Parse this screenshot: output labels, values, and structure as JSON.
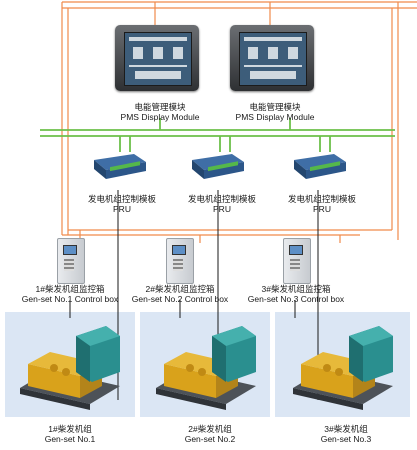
{
  "pms": {
    "label_cn": "电能管理模块",
    "label_en": "PMS Display Module"
  },
  "pru": {
    "label_cn": "发电机组控制模板",
    "label_en": "PRU"
  },
  "control_boxes": [
    {
      "label_cn": "1#柴发机组监控箱",
      "label_en": "Gen-set No.1 Control box"
    },
    {
      "label_cn": "2#柴发机组监控箱",
      "label_en": "Gen-set No.2 Control box"
    },
    {
      "label_cn": "3#柴发机组监控箱",
      "label_en": "Gen-set No.3 Control box"
    }
  ],
  "gensets": [
    {
      "label_cn": "1#柴发机组",
      "label_en": "Gen-set No.1"
    },
    {
      "label_cn": "2#柴发机组",
      "label_en": "Gen-set No.2"
    },
    {
      "label_cn": "3#柴发机组",
      "label_en": "Gen-set No.3"
    }
  ],
  "colors": {
    "bus_orange": "#f08a4b",
    "bus_green": "#6cc04a",
    "wire_black": "#1a1a1a",
    "engine_teal": "#2a8f8f",
    "engine_yellow": "#d9a21b",
    "background_blue": "#dbe6f4"
  }
}
